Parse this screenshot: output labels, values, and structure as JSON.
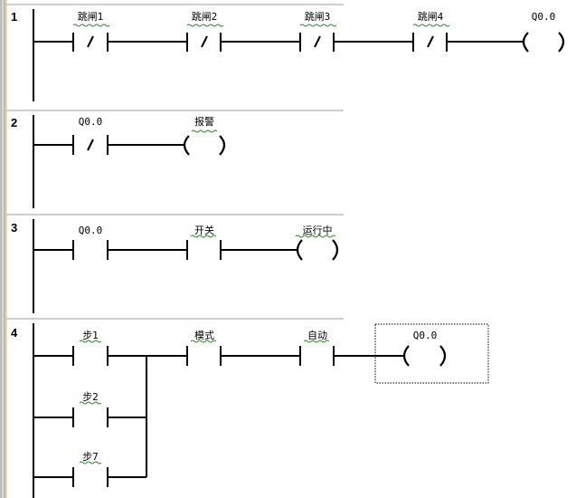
{
  "editor": {
    "networks": [
      {
        "number": "1",
        "rungs": [
          {
            "elements": [
              {
                "kind": "nc",
                "label": "跳闸1"
              },
              {
                "kind": "nc",
                "label": "跳闸2"
              },
              {
                "kind": "nc",
                "label": "跳闸3"
              },
              {
                "kind": "nc",
                "label": "跳闸4"
              },
              {
                "kind": "coil",
                "label": "Q0.0",
                "squiggle": false
              }
            ]
          }
        ]
      },
      {
        "number": "2",
        "rungs": [
          {
            "elements": [
              {
                "kind": "nc",
                "label": "Q0.0",
                "squiggle": false
              },
              {
                "kind": "coil",
                "label": "报警"
              }
            ]
          }
        ]
      },
      {
        "number": "3",
        "rungs": [
          {
            "elements": [
              {
                "kind": "no",
                "label": "Q0.0",
                "squiggle": false
              },
              {
                "kind": "no",
                "label": "开关"
              },
              {
                "kind": "coil",
                "label": "运行中"
              }
            ]
          }
        ]
      },
      {
        "number": "4",
        "rungs": [
          {
            "elements": [
              {
                "kind": "no",
                "label": "步1"
              },
              {
                "kind": "no",
                "label": "模式"
              },
              {
                "kind": "no",
                "label": "自动"
              },
              {
                "kind": "coil",
                "label": "Q0.0",
                "squiggle": false,
                "selected": true
              }
            ]
          },
          {
            "elements": [
              {
                "kind": "no",
                "label": "步2",
                "branch": true
              }
            ]
          },
          {
            "elements": [
              {
                "kind": "no",
                "label": "步7",
                "branch": true
              }
            ]
          }
        ]
      }
    ]
  }
}
